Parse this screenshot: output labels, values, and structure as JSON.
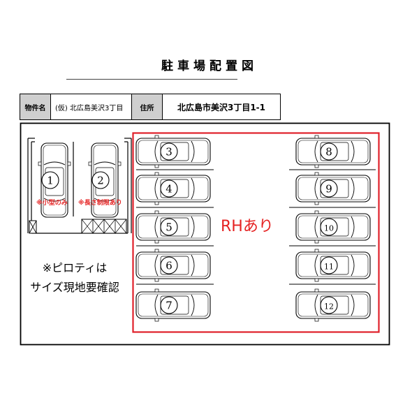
{
  "title": "駐車場配置図",
  "info": {
    "property_label": "物件名",
    "property_value": "(仮) 北広島美沢3丁目",
    "address_label": "住所",
    "address_value": "北広島市美沢3丁目1-1"
  },
  "colors": {
    "red": "#e0202a",
    "text_red": "#e52222",
    "header_gray": "#cfcfcf"
  },
  "annotations": {
    "small_only": "※小型のみ",
    "length_limit": "※長さ制限あり",
    "rh": "RHあり",
    "piloti_line1": "※ピロティは",
    "piloti_line2": "サイズ現地要確認"
  },
  "spaces": [
    "1",
    "2",
    "3",
    "4",
    "5",
    "6",
    "7",
    "8",
    "9",
    "10",
    "11",
    "12"
  ]
}
